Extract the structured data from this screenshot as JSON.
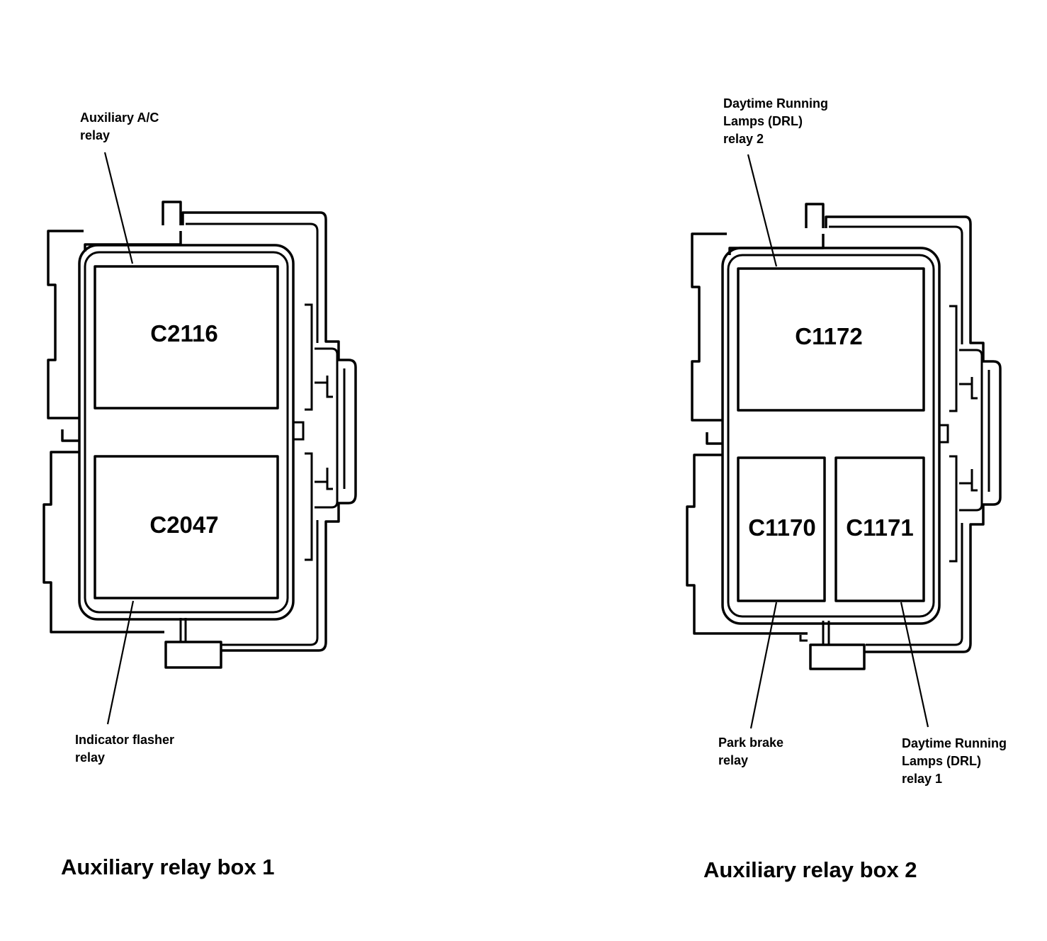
{
  "box1": {
    "title": "Auxiliary relay box 1",
    "connectors": {
      "top": "C2116",
      "bottom": "C2047"
    },
    "callouts": {
      "aux_ac": [
        "Auxiliary A/C",
        "relay"
      ],
      "indicator": [
        "Indicator flasher",
        "relay"
      ]
    }
  },
  "box2": {
    "title": "Auxiliary relay box 2",
    "connectors": {
      "top": "C1172",
      "bottom_left": "C1170",
      "bottom_right": "C1171"
    },
    "callouts": {
      "drl2": [
        "Daytime Running",
        "Lamps (DRL)",
        "relay 2"
      ],
      "park": [
        "Park brake",
        "relay"
      ],
      "drl1": [
        "Daytime Running",
        "Lamps (DRL)",
        "relay 1"
      ]
    }
  }
}
